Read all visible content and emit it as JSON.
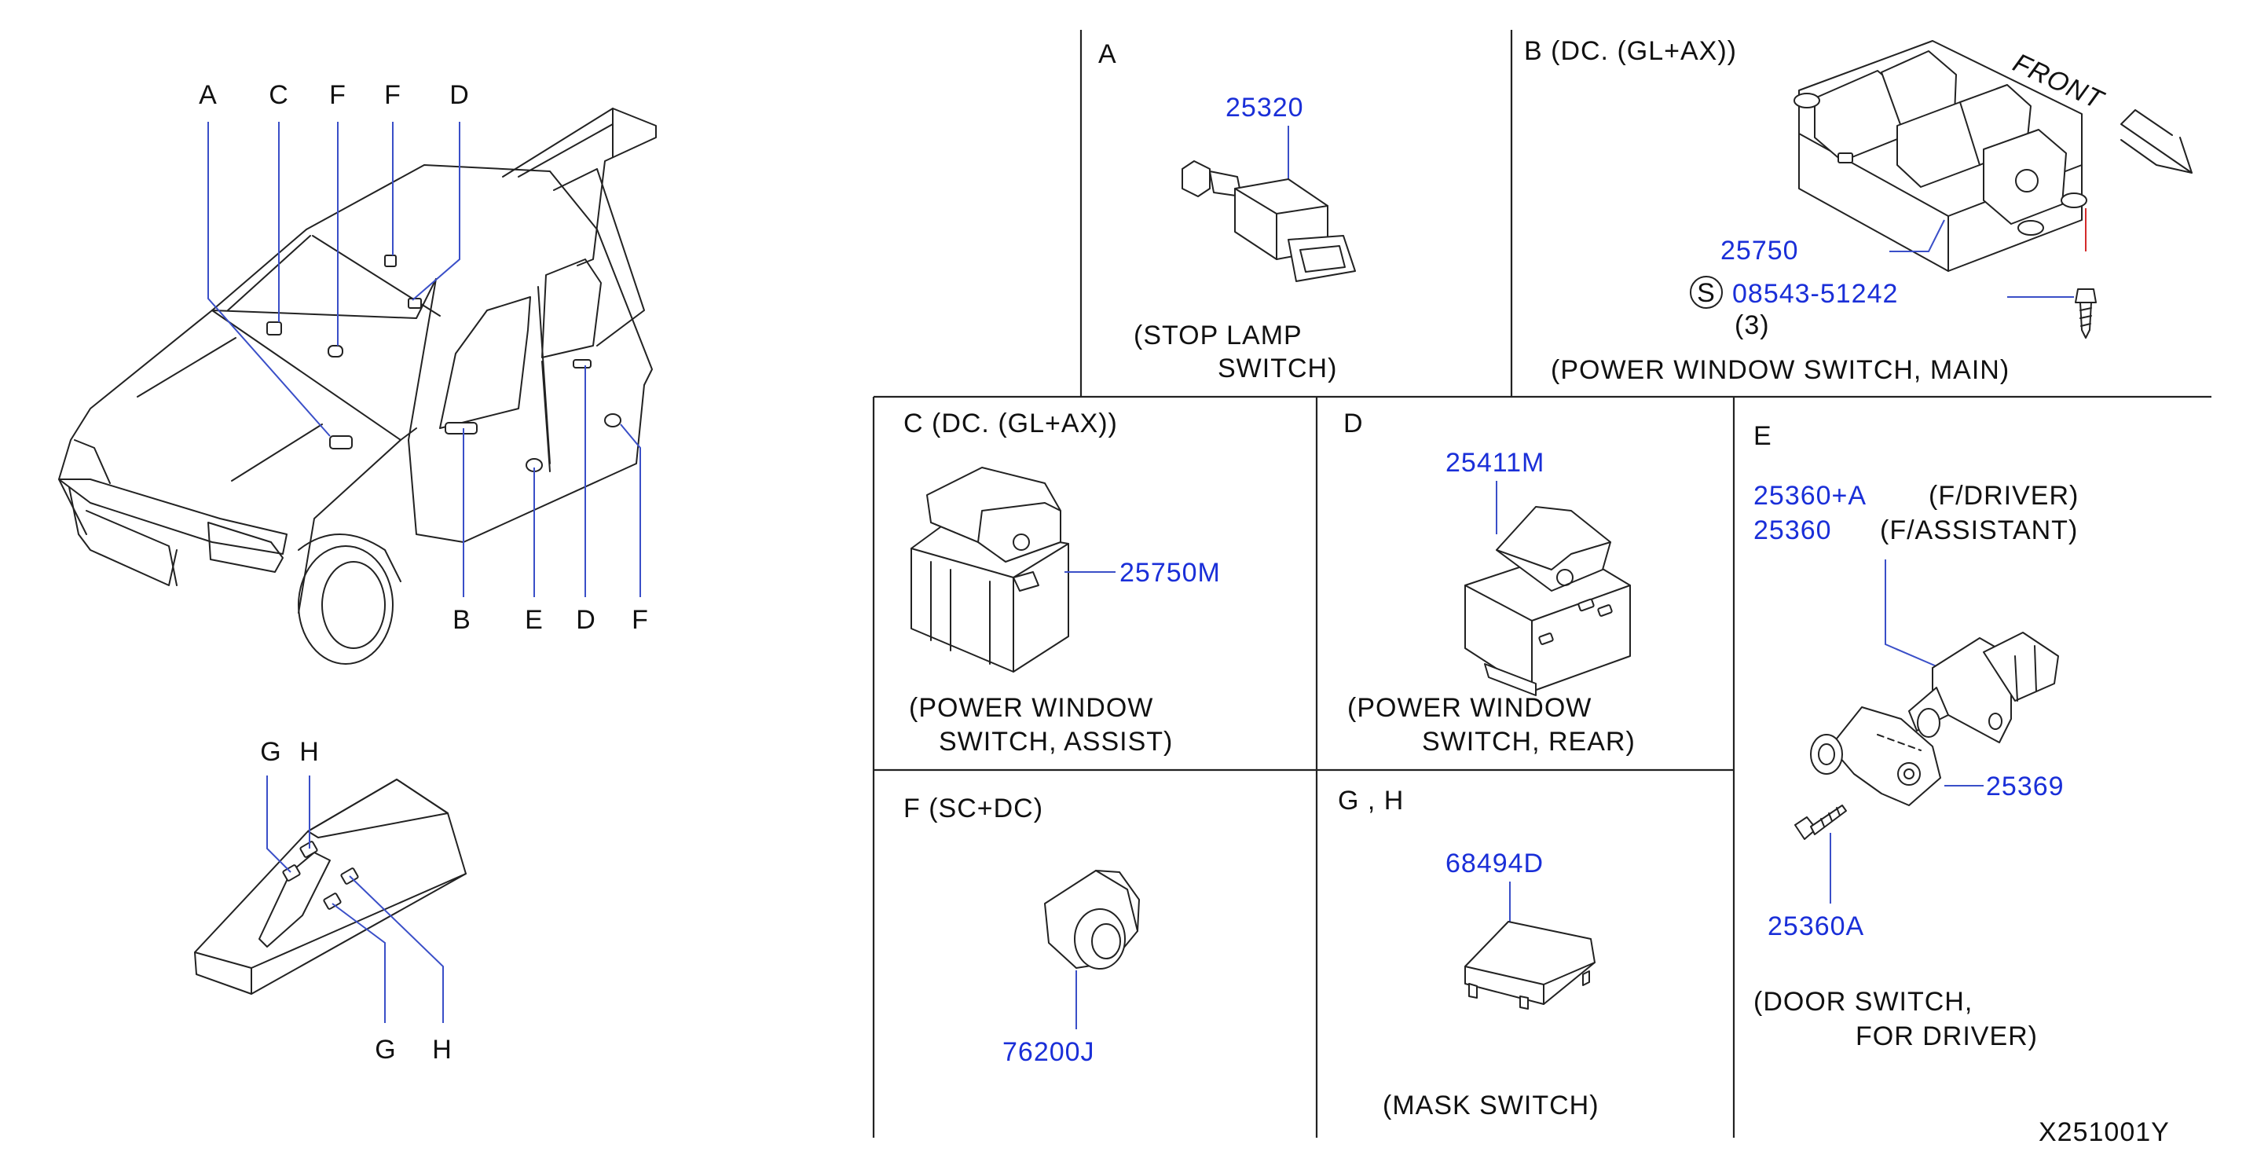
{
  "callouts": {
    "vehicle_top": [
      "A",
      "C",
      "F",
      "F",
      "D"
    ],
    "vehicle_bottom": [
      "B",
      "E",
      "D",
      "F"
    ],
    "console_top_g": "G",
    "console_top_h": "H",
    "console_bottom_g": "G",
    "console_bottom_h": "H"
  },
  "panels": {
    "A": {
      "header": "A",
      "part": "25320",
      "caption1": "(STOP  LAMP",
      "caption2": "SWITCH)"
    },
    "B": {
      "header": "B  (DC.  (GL+AX))",
      "front": "FRONT",
      "part": "25750",
      "bolt_symbol": "S",
      "bolt_part": "08543-51242",
      "bolt_qty": "(3)",
      "caption": "(POWER   WINDOW   SWITCH,  MAIN)"
    },
    "C": {
      "header": "C  (DC.  (GL+AX))",
      "part": "25750M",
      "caption1": "(POWER   WINDOW",
      "caption2": "SWITCH,  ASSIST)"
    },
    "D": {
      "header": "D",
      "part": "25411M",
      "caption1": "(POWER   WINDOW",
      "caption2": "SWITCH,  REAR)"
    },
    "E": {
      "header": "E",
      "part_driver": "25360+A",
      "label_driver": "(F/DRIVER)",
      "part_assist": "25360",
      "label_assist": "(F/ASSISTANT)",
      "part_bracket": "25369",
      "part_screw": "25360A",
      "caption1": "(DOOR  SWITCH,",
      "caption2": "FOR  DRIVER)"
    },
    "F": {
      "header": "F (SC+DC)",
      "part": "76200J"
    },
    "GH": {
      "header": "G  ,  H",
      "part": "68494D",
      "caption": "(MASK  SWITCH)"
    }
  },
  "diagram_code": "X251001Y"
}
